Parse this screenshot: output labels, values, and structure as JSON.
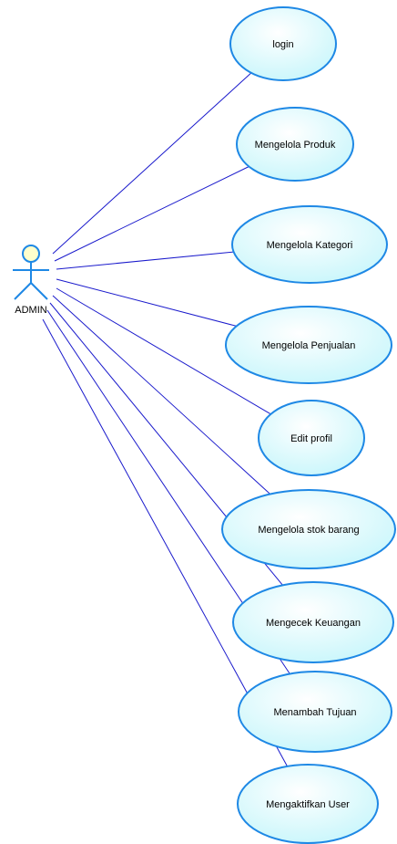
{
  "actor": {
    "label": "ADMIN"
  },
  "use_cases": [
    {
      "id": "login",
      "label": "login"
    },
    {
      "id": "mengelola-produk",
      "label": "Mengelola Produk"
    },
    {
      "id": "mengelola-kategori",
      "label": "Mengelola Kategori"
    },
    {
      "id": "mengelola-penjualan",
      "label": "Mengelola Penjualan"
    },
    {
      "id": "edit-profil",
      "label": "Edit profil"
    },
    {
      "id": "mengelola-stok-barang",
      "label": "Mengelola stok barang"
    },
    {
      "id": "mengecek-keuangan",
      "label": "Mengecek Keuangan"
    },
    {
      "id": "menambah-tujuan",
      "label": "Menambah Tujuan"
    },
    {
      "id": "mengaktifkan-user",
      "label": "Mengaktifkan User"
    }
  ],
  "colors": {
    "line": "#1a1acc",
    "usecase_border": "#1e88e5",
    "usecase_fill": "#e6feff",
    "actor_head_fill": "#ffffcc"
  }
}
